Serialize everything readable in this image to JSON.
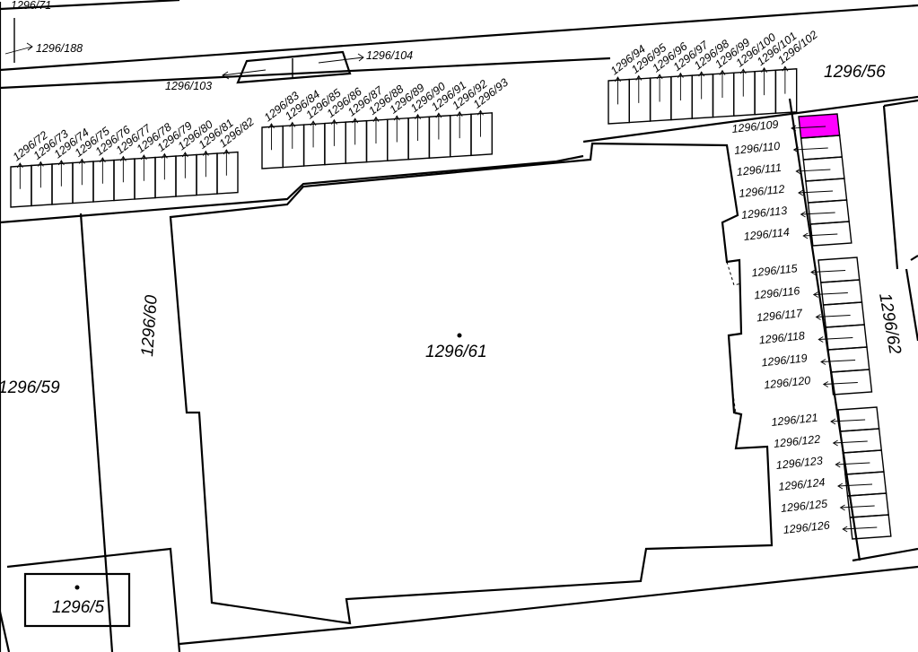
{
  "highlight_color": "#ff00ff",
  "parcels": {
    "main": "1296/61",
    "road_left": "1296/60",
    "west": "1296/59",
    "east": "1296/62",
    "northeast": "1296/56",
    "southwest": "1296/5",
    "top_left": "1296/71",
    "arrow_left": "1296/188",
    "arrow_103": "1296/103",
    "arrow_104": "1296/104"
  },
  "garages_a": [
    "1296/72",
    "1296/73",
    "1296/74",
    "1296/75",
    "1296/76",
    "1296/77",
    "1296/78",
    "1296/79",
    "1296/80",
    "1296/81",
    "1296/82"
  ],
  "garages_b": [
    "1296/83",
    "1296/84",
    "1296/85",
    "1296/86",
    "1296/87",
    "1296/88",
    "1296/89",
    "1296/90",
    "1296/91",
    "1296/92",
    "1296/93"
  ],
  "garages_c": [
    "1296/94",
    "1296/95",
    "1296/96",
    "1296/97",
    "1296/98",
    "1296/99",
    "1296/100",
    "1296/101",
    "1296/102"
  ],
  "garages_d": [
    "1296/109",
    "1296/110",
    "1296/111",
    "1296/112",
    "1296/113",
    "1296/114"
  ],
  "garages_e": [
    "1296/115",
    "1296/116",
    "1296/117",
    "1296/118",
    "1296/119",
    "1296/120"
  ],
  "garages_f": [
    "1296/121",
    "1296/122",
    "1296/123",
    "1296/124",
    "1296/125",
    "1296/126"
  ],
  "highlighted_parcel": "1296/109"
}
